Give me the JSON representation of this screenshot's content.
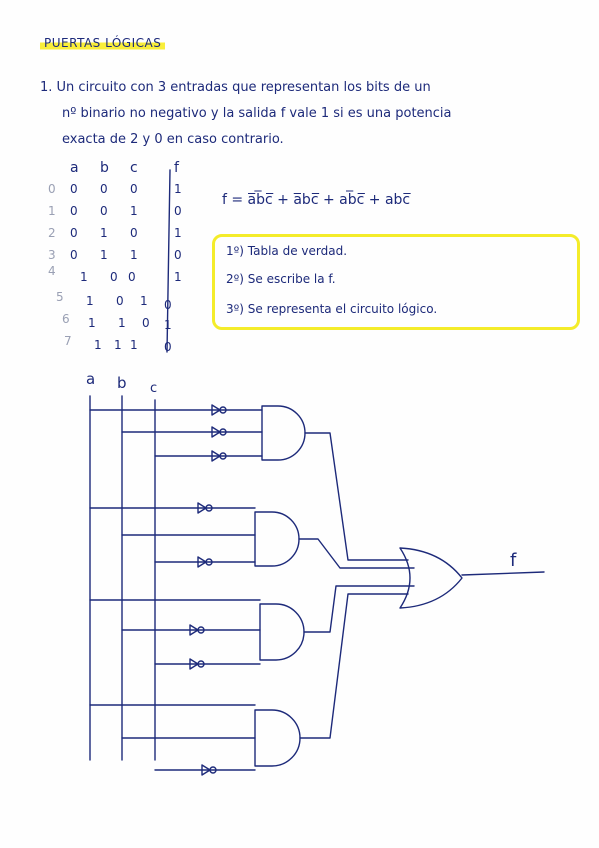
{
  "title": "PUERTAS LÓGICAS",
  "problem": {
    "line1": "1. Un circuito con 3 entradas que representan los bits de un",
    "line2": "nº binario no negativo y la salida f vale 1 si es una potencia",
    "line3": "exacta de 2 y 0 en caso contrario."
  },
  "truth_table": {
    "headers": [
      "a",
      "b",
      "c",
      "f"
    ],
    "indices": [
      "0",
      "1",
      "2",
      "3",
      "4",
      "5",
      "6",
      "7"
    ],
    "rows": [
      [
        "0",
        "0",
        "0",
        "1"
      ],
      [
        "0",
        "0",
        "1",
        "0"
      ],
      [
        "0",
        "1",
        "0",
        "1"
      ],
      [
        "0",
        "1",
        "1",
        "0"
      ],
      [
        "1",
        "0",
        "0",
        "1"
      ],
      [
        "1",
        "0",
        "1",
        "0"
      ],
      [
        "1",
        "1",
        "0",
        "1"
      ],
      [
        "1",
        "1",
        "1",
        "0"
      ]
    ]
  },
  "formula": "f = a̅b̅c̅ + a̅bc̅ + ab̅c̅ + abc̅",
  "steps": [
    "1º) Tabla de verdad.",
    "2º) Se escribe la f.",
    "3º) Se representa el circuito lógico."
  ],
  "circuit": {
    "input_a": "a",
    "input_b": "b",
    "input_c": "c",
    "output": "f"
  },
  "colors": {
    "ink": "#1d2a7a",
    "highlight": "#f4ec2a"
  }
}
